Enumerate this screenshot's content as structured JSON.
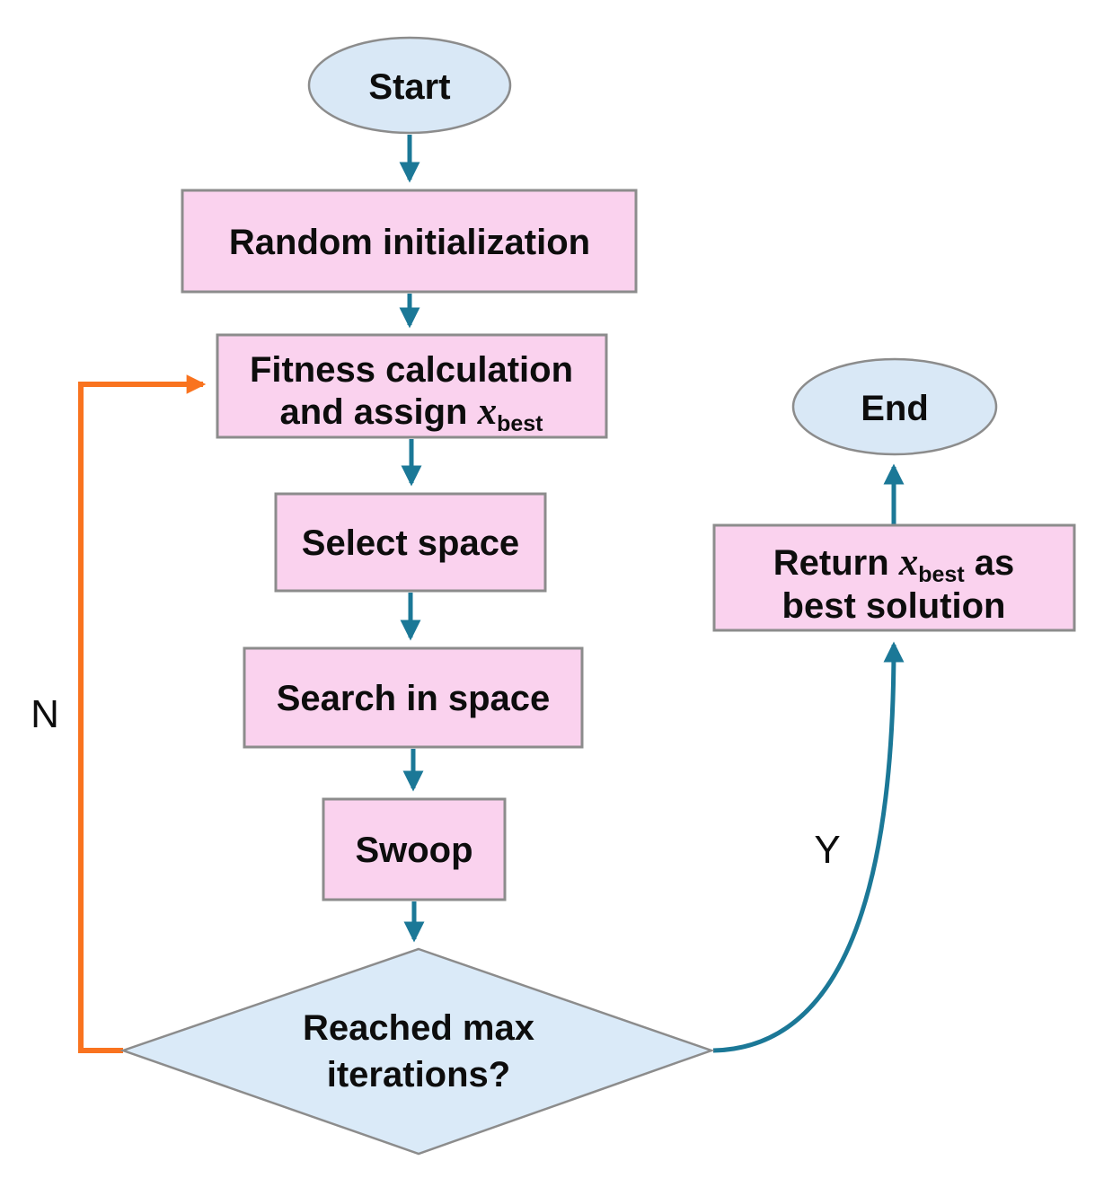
{
  "colors": {
    "process_fill": "#fad2ee",
    "terminal_fill": "#d9e8f6",
    "decision_fill": "#daeaf8",
    "node_border": "#8c8c8c",
    "arrow_color": "#1b7897",
    "loop_color": "#f9731f",
    "text_color": "#0d0d0d"
  },
  "nodes": {
    "start": {
      "label": "Start"
    },
    "random_init": {
      "label": "Random initialization"
    },
    "fitness": {
      "line1": "Fitness calculation",
      "line2_prefix": "and assign ",
      "var": "x",
      "var_sub": "best"
    },
    "select_space": {
      "label": "Select space"
    },
    "search_in_space": {
      "label": "Search in space"
    },
    "swoop": {
      "label": "Swoop"
    },
    "decision": {
      "line1": "Reached max",
      "line2": "iterations?"
    },
    "return_best": {
      "line1_prefix": "Return ",
      "var": "x",
      "var_sub": "best",
      "line1_suffix": " as",
      "line2": "best solution"
    },
    "end": {
      "label": "End"
    }
  },
  "edges": {
    "no_label": "N",
    "yes_label": "Y"
  }
}
